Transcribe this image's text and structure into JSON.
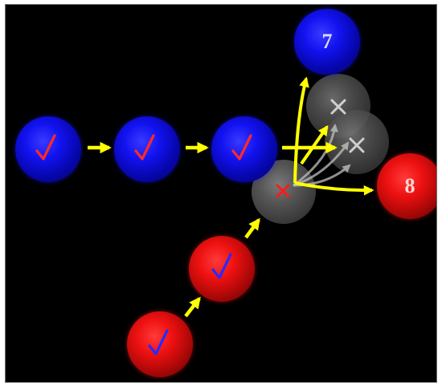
{
  "colors": {
    "background": "#000000",
    "arrow": "#ffff00",
    "faded_arrow": "#bfbfbf",
    "blue_ball": "#1010e0",
    "red_ball": "#e01010",
    "gray_ball": "#4a4a4a",
    "check_on_blue": "#ff2a2a",
    "check_on_red": "#2a2aff",
    "cross_on_gray": "#cfcfcf",
    "cross_collision": "#ff1a1a",
    "number_text": "#d8d8ff",
    "number_text_red": "#ffd6d6"
  },
  "balls": [
    {
      "id": "blue-1",
      "color": "blue",
      "mark": "check"
    },
    {
      "id": "blue-2",
      "color": "blue",
      "mark": "check"
    },
    {
      "id": "blue-3",
      "color": "blue",
      "mark": "check"
    },
    {
      "id": "blue-7",
      "color": "blue",
      "label": "7"
    },
    {
      "id": "red-1",
      "color": "red",
      "mark": "check"
    },
    {
      "id": "red-2",
      "color": "red",
      "mark": "check"
    },
    {
      "id": "red-8",
      "color": "red",
      "label": "8"
    },
    {
      "id": "gray-collision",
      "color": "gray",
      "mark": "cross"
    },
    {
      "id": "gray-upper",
      "color": "gray",
      "mark": "cross"
    },
    {
      "id": "gray-right",
      "color": "gray",
      "mark": "cross"
    }
  ],
  "labels": {
    "ball_7": "7",
    "ball_8": "8"
  },
  "icons": {
    "check": "check-mark",
    "cross": "x-mark",
    "arrow": "right-arrow"
  }
}
